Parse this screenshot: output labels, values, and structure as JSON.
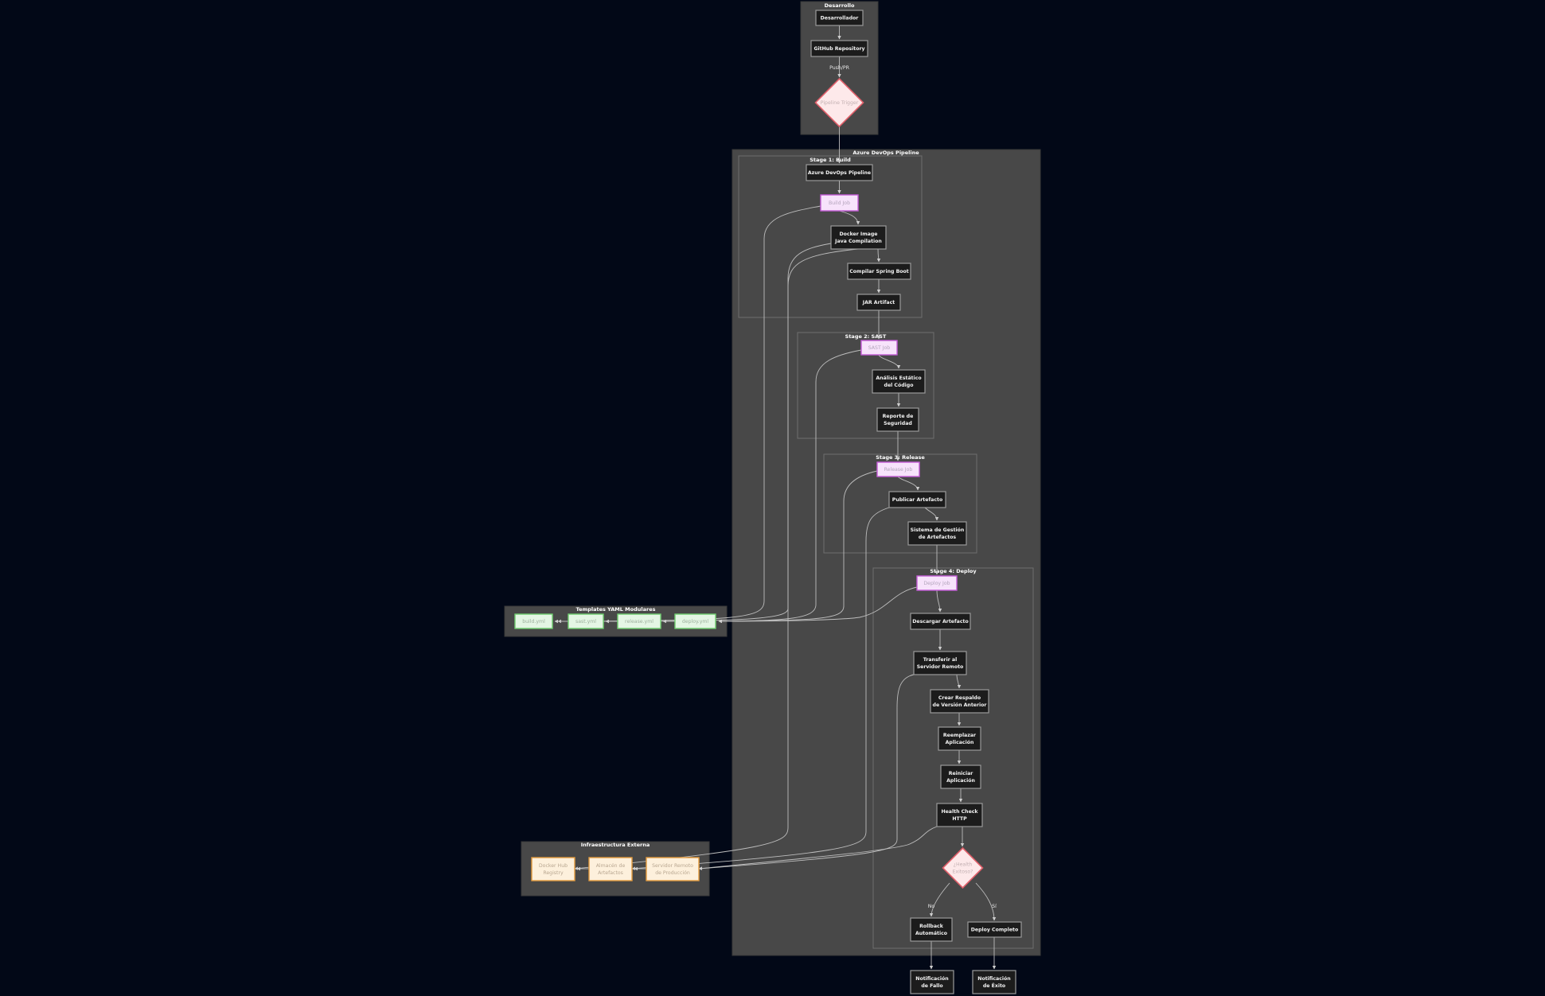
{
  "clusters": {
    "desarrollo": "Desarrollo",
    "azure": "Azure DevOps Pipeline",
    "stage1": "Stage 1: Build",
    "stage2": "Stage 2: SAST",
    "stage3": "Stage 3: Release",
    "stage4": "Stage 4: Deploy",
    "templates": "Templates YAML Modulares",
    "infra": "Infraestructura Externa"
  },
  "nodes": {
    "dev": [
      "Desarrollador"
    ],
    "gh": [
      "GitHub Repository"
    ],
    "trigger": [
      "Pipeline Trigger"
    ],
    "azp": [
      "Azure DevOps Pipeline"
    ],
    "buildjob": [
      "Build Job"
    ],
    "docker": [
      "Docker Image",
      "Java Compilation"
    ],
    "compile": [
      "Compilar Spring Boot"
    ],
    "jar": [
      "JAR Artifact"
    ],
    "sastjob": [
      "SAST Job"
    ],
    "analisis": [
      "Análisis Estático",
      "del Código"
    ],
    "reporte": [
      "Reporte de",
      "Seguridad"
    ],
    "reljob": [
      "Release Job"
    ],
    "publicar": [
      "Publicar Artefacto"
    ],
    "sistema": [
      "Sistema de Gestión",
      "de Artefactos"
    ],
    "depjob": [
      "Deploy Job"
    ],
    "descargar": [
      "Descargar Artefacto"
    ],
    "transferir": [
      "Transferir al",
      "Servidor Remoto"
    ],
    "respaldo": [
      "Crear Respaldo",
      "de Versión Anterior"
    ],
    "reemplazar": [
      "Reemplazar",
      "Aplicación"
    ],
    "reiniciar": [
      "Reiniciar",
      "Aplicación"
    ],
    "health": [
      "Health Check",
      "HTTP"
    ],
    "exitoso": [
      "¿Health",
      "Exitoso?"
    ],
    "rollback": [
      "Rollback",
      "Automático"
    ],
    "complete": [
      "Deploy Completo"
    ],
    "notifFallo": [
      "Notificación",
      "de Fallo"
    ],
    "notifExito": [
      "Notificación",
      "de Éxito"
    ],
    "tplBuild": [
      "build.yml"
    ],
    "tplSast": [
      "sast.yml"
    ],
    "tplRelease": [
      "release.yml"
    ],
    "tplDeploy": [
      "deploy.yml"
    ],
    "dockerhub": [
      "Docker Hub",
      "Registry"
    ],
    "almacen": [
      "Almacén de",
      "Artefactos"
    ],
    "servidor": [
      "Servidor Remoto",
      "de Producción"
    ]
  },
  "edge_labels": {
    "push": "Push/PR",
    "no": "No",
    "si": "Sí"
  }
}
